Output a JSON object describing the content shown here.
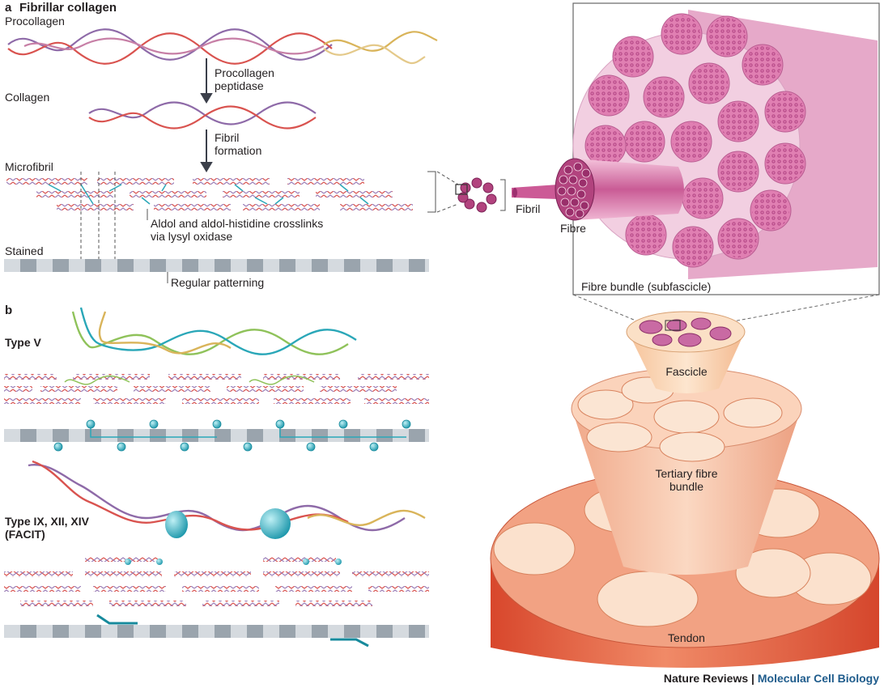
{
  "panel_a": {
    "letter": "a",
    "title": "Fibrillar collagen",
    "procollagen": "Procollagen",
    "enzyme": [
      "Procollagen",
      "peptidase"
    ],
    "collagen": "Collagen",
    "formation": [
      "Fibril",
      "formation"
    ],
    "microfibril": "Microfibril",
    "crosslinks": [
      "Aldol and aldol-histidine crosslinks",
      "via lysyl oxidase"
    ],
    "stained": "Stained",
    "patterning": "Regular patterning",
    "fibril": "Fibril",
    "fibre": "Fibre",
    "fibre_bundle": "Fibre bundle (subfascicle)"
  },
  "panel_b": {
    "letter": "b",
    "type_v": "Type V",
    "type_facit": [
      "Type IX, XII, XIV",
      "(FACIT)"
    ]
  },
  "hierarchy": {
    "fascicle": "Fascicle",
    "tertiary": [
      "Tertiary fibre",
      "bundle"
    ],
    "tendon": "Tendon"
  },
  "footer": {
    "publisher": "Nature Reviews",
    "separator": "|",
    "journal": "Molecular Cell Biology"
  },
  "colors": {
    "strand_red": "#d9534f",
    "strand_purple": "#8e6aa8",
    "strand_gold": "#d9b45a",
    "crosslink_teal": "#2aa7b8",
    "fibril_pink": "#d6649c",
    "bundle_bg": "#f1cfe0",
    "tendon_orange": "#e6704f",
    "peach": "#f7c9a8",
    "stain_dark": "#9aa4ad",
    "stain_light": "#d5dadf"
  }
}
